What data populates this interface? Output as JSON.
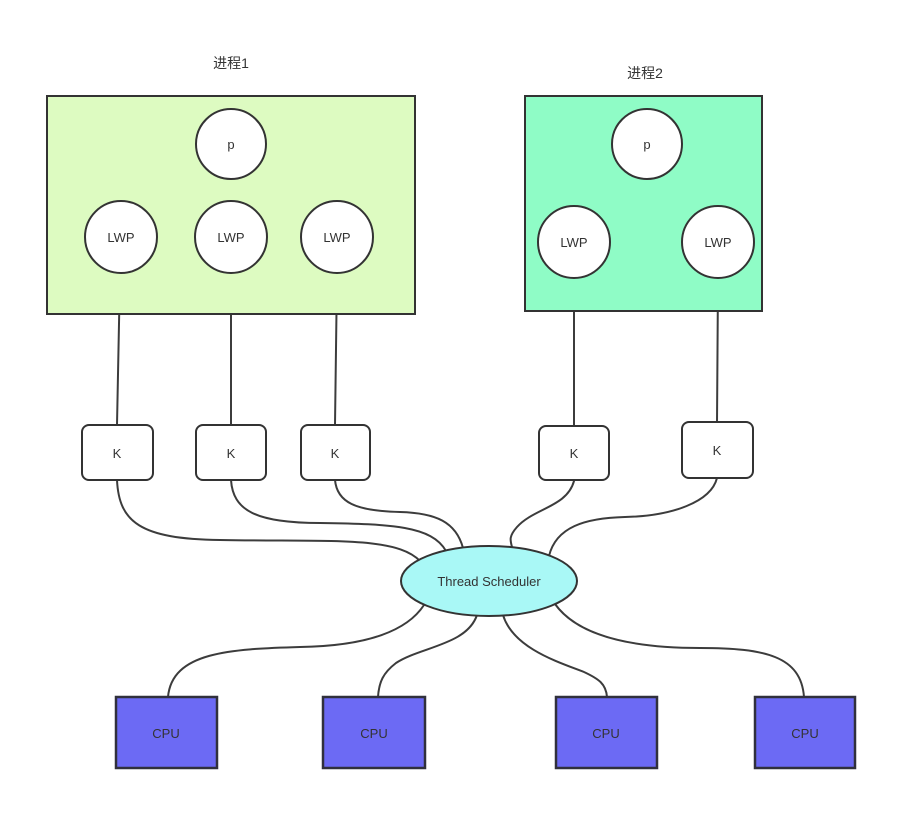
{
  "diagram": {
    "processes": [
      {
        "title": "进程1",
        "p_label": "p",
        "lwps": [
          "LWP",
          "LWP",
          "LWP"
        ]
      },
      {
        "title": "进程2",
        "p_label": "p",
        "lwps": [
          "LWP",
          "LWP"
        ]
      }
    ],
    "kernel_threads": [
      "K",
      "K",
      "K",
      "K",
      "K"
    ],
    "scheduler_label": "Thread Scheduler",
    "cpus": [
      "CPU",
      "CPU",
      "CPU",
      "CPU"
    ]
  },
  "colors": {
    "process1_fill": "#ddfbc1",
    "process2_fill": "#8ffcc6",
    "scheduler_fill": "#a9f8f6",
    "cpu_fill": "#6c6af4",
    "node_fill": "#ffffff",
    "edge_stroke": "#3c3c3c",
    "text": "#333333"
  }
}
